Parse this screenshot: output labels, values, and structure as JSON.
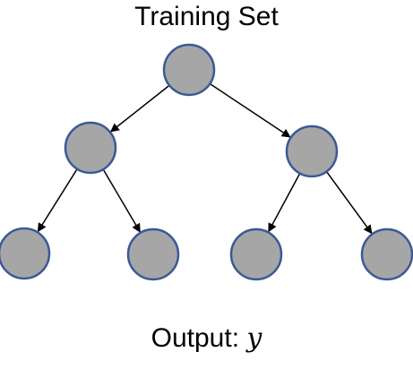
{
  "diagram": {
    "title": "Training Set",
    "output_label": "Output:",
    "output_variable": "y",
    "node_fill": "#A6A6A6",
    "node_stroke": "#3B5998",
    "edge_color": "#000000",
    "nodes": [
      {
        "id": "root"
      },
      {
        "id": "left"
      },
      {
        "id": "right"
      },
      {
        "id": "left-left"
      },
      {
        "id": "left-right"
      },
      {
        "id": "right-left"
      },
      {
        "id": "right-right"
      }
    ],
    "edges": [
      {
        "from": "root",
        "to": "left"
      },
      {
        "from": "root",
        "to": "right"
      },
      {
        "from": "left",
        "to": "left-left"
      },
      {
        "from": "left",
        "to": "left-right"
      },
      {
        "from": "right",
        "to": "right-left"
      },
      {
        "from": "right",
        "to": "right-right"
      }
    ]
  }
}
